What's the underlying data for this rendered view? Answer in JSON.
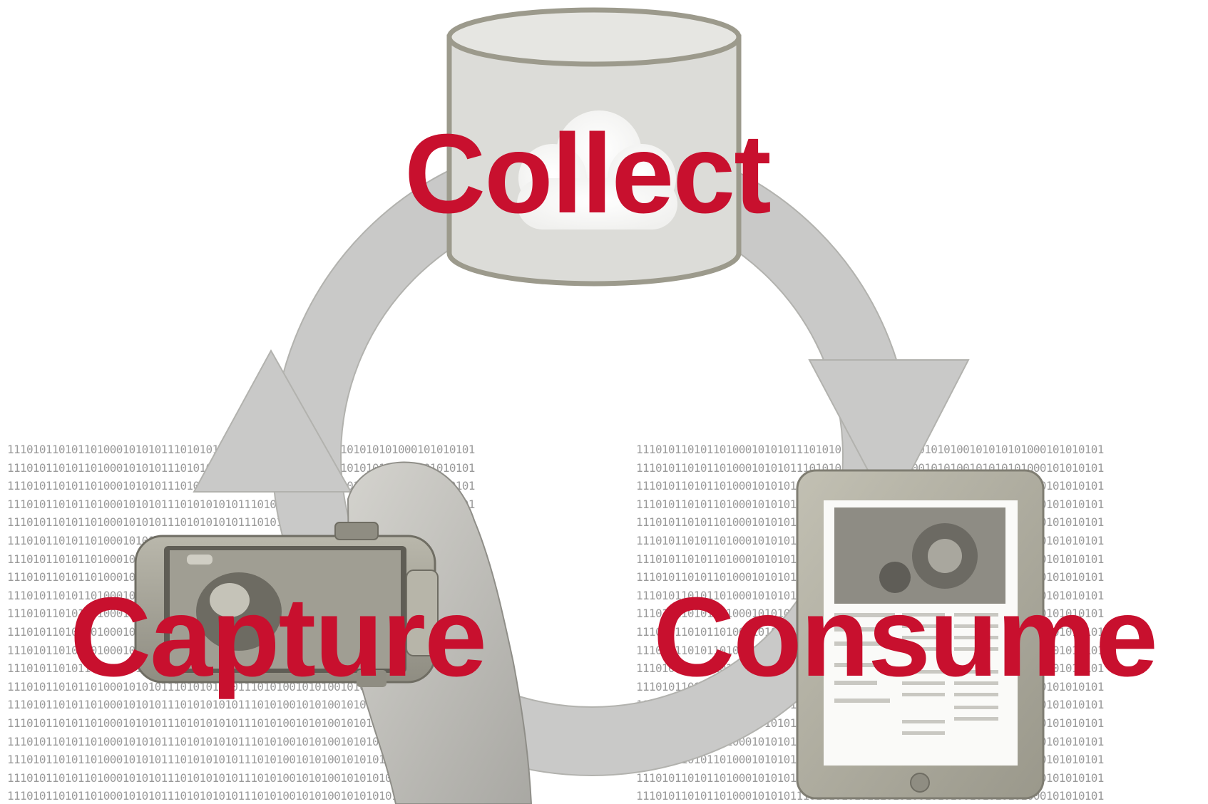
{
  "labels": {
    "collect": "Collect",
    "capture": "Capture",
    "consume": "Consume"
  },
  "binary_line": "1110101101011010001010101110101010101110101001010100101010101000101010101",
  "binary_row_count": 20,
  "colors": {
    "label_red": "#c8102e",
    "arrow_gray": "#c9c9c8",
    "arrow_stroke": "#b2b2ae",
    "cylinder_fill": "#dcdcd8",
    "cylinder_stroke": "#9c9a8c",
    "device_frame": "#a8a697",
    "binary_text": "#9a9a9a"
  },
  "icons": {
    "storage": "cloud-database-icon",
    "capture_device": "smartphone-camera-in-hand",
    "consume_device": "tablet-reader"
  }
}
